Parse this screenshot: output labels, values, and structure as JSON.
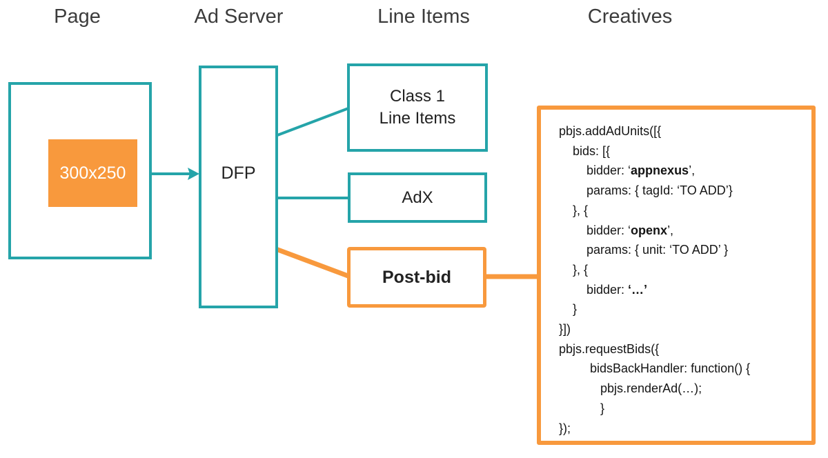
{
  "colors": {
    "teal": "#25a4a9",
    "orange": "#f8993d",
    "header_text": "#3c3c3c",
    "code_text": "#141414",
    "ad_slot_text": "#ffffff"
  },
  "headers": [
    {
      "id": "page",
      "label": "Page"
    },
    {
      "id": "ad-server",
      "label": "Ad Server"
    },
    {
      "id": "line-items",
      "label": "Line Items"
    },
    {
      "id": "creatives",
      "label": "Creatives"
    }
  ],
  "page_column": {
    "ad_slot_label": "300x250"
  },
  "ad_server_column": {
    "dfp_label": "DFP"
  },
  "line_items_column": {
    "class1_line1": "Class 1",
    "class1_line2": "Line Items",
    "adx_label": "AdX",
    "postbid_label": "Post-bid"
  },
  "creatives_column": {
    "code_lines": [
      [
        {
          "t": "pbjs.addAdUnits([{"
        }
      ],
      [
        {
          "t": "    bids: [{"
        }
      ],
      [
        {
          "t": "        bidder: ‘"
        },
        {
          "t": "appnexus",
          "b": true
        },
        {
          "t": "’,"
        }
      ],
      [
        {
          "t": "        params: { tagId: ‘TO ADD’}"
        }
      ],
      [
        {
          "t": "    }, {"
        }
      ],
      [
        {
          "t": "        bidder: ‘"
        },
        {
          "t": "openx",
          "b": true
        },
        {
          "t": "’,"
        }
      ],
      [
        {
          "t": "        params: { unit: ‘TO ADD’ }"
        }
      ],
      [
        {
          "t": "    }, {"
        }
      ],
      [
        {
          "t": "        bidder: "
        },
        {
          "t": "‘…’",
          "b": true
        }
      ],
      [
        {
          "t": "    }"
        }
      ],
      [
        {
          "t": "}])"
        }
      ],
      [
        {
          "t": "pbjs.requestBids({"
        }
      ],
      [
        {
          "t": "         bidsBackHandler: function() {"
        }
      ],
      [
        {
          "t": "            pbjs.renderAd(…);"
        }
      ],
      [
        {
          "t": "            }"
        }
      ],
      [
        {
          "t": "});"
        }
      ]
    ]
  }
}
